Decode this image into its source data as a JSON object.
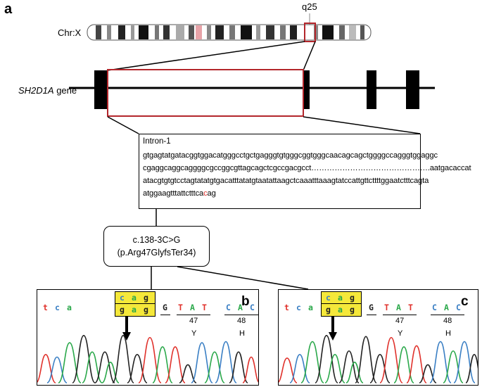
{
  "panel_a": {
    "letter": "a",
    "chromosome_label": "Chr:X",
    "band_label": "q25",
    "gene_name": "SH2D1A",
    "gene_suffix": " gene"
  },
  "intron": {
    "title": "Intron-1",
    "lines": [
      "gtgagtatgatacggtggacatgggcctgctgagggtgtgggcggtgggcaacagcagctggggccagggtggaggc",
      "cgaggcaggcaggggcgccggcgttagcagctcgccgacgcct……………………………………….aatgacaccat",
      "atacgtgtgtcctagtatatgtgacatttatatgtaatattaagctcaaatttaaagtatccattgttcttttggaatctttcagta",
      "atggaagtttattctttca"
    ],
    "mutated_base": "c",
    "last_line_tail": "ag",
    "colors": {
      "mutated": "#e0312b"
    }
  },
  "mutation": {
    "cdna": "c.138-3C>G",
    "protein": "(p.Arg47GlyfsTer34)"
  },
  "traces": [
    {
      "letter": "b",
      "bases_left": [
        "t",
        "c",
        "a"
      ],
      "box_top": [
        "c",
        "a",
        "g"
      ],
      "box_bottom": [
        "g",
        "a",
        "g"
      ],
      "bases_right": [
        "G",
        "T",
        "A",
        "T",
        "C",
        "A",
        "C"
      ],
      "codons": [
        {
          "num": "47",
          "aa": "Y"
        },
        {
          "num": "48",
          "aa": "H"
        }
      ]
    },
    {
      "letter": "c",
      "bases_left": [
        "t",
        "c",
        "a"
      ],
      "box_top": [
        "c",
        "a",
        "g"
      ],
      "box_bottom": [
        "g",
        "a",
        "g"
      ],
      "bases_right": [
        "G",
        "T",
        "A",
        "T",
        "C",
        "A",
        "C"
      ],
      "codons": [
        {
          "num": "47",
          "aa": "Y"
        },
        {
          "num": "48",
          "aa": "H"
        }
      ]
    }
  ],
  "colors": {
    "highlight": "#f5e83a",
    "base_t": "#e0312b",
    "base_c": "#3a7fc4",
    "base_a": "#2aa84a",
    "base_g": "#222222",
    "zoom_box": "#b3262b"
  }
}
